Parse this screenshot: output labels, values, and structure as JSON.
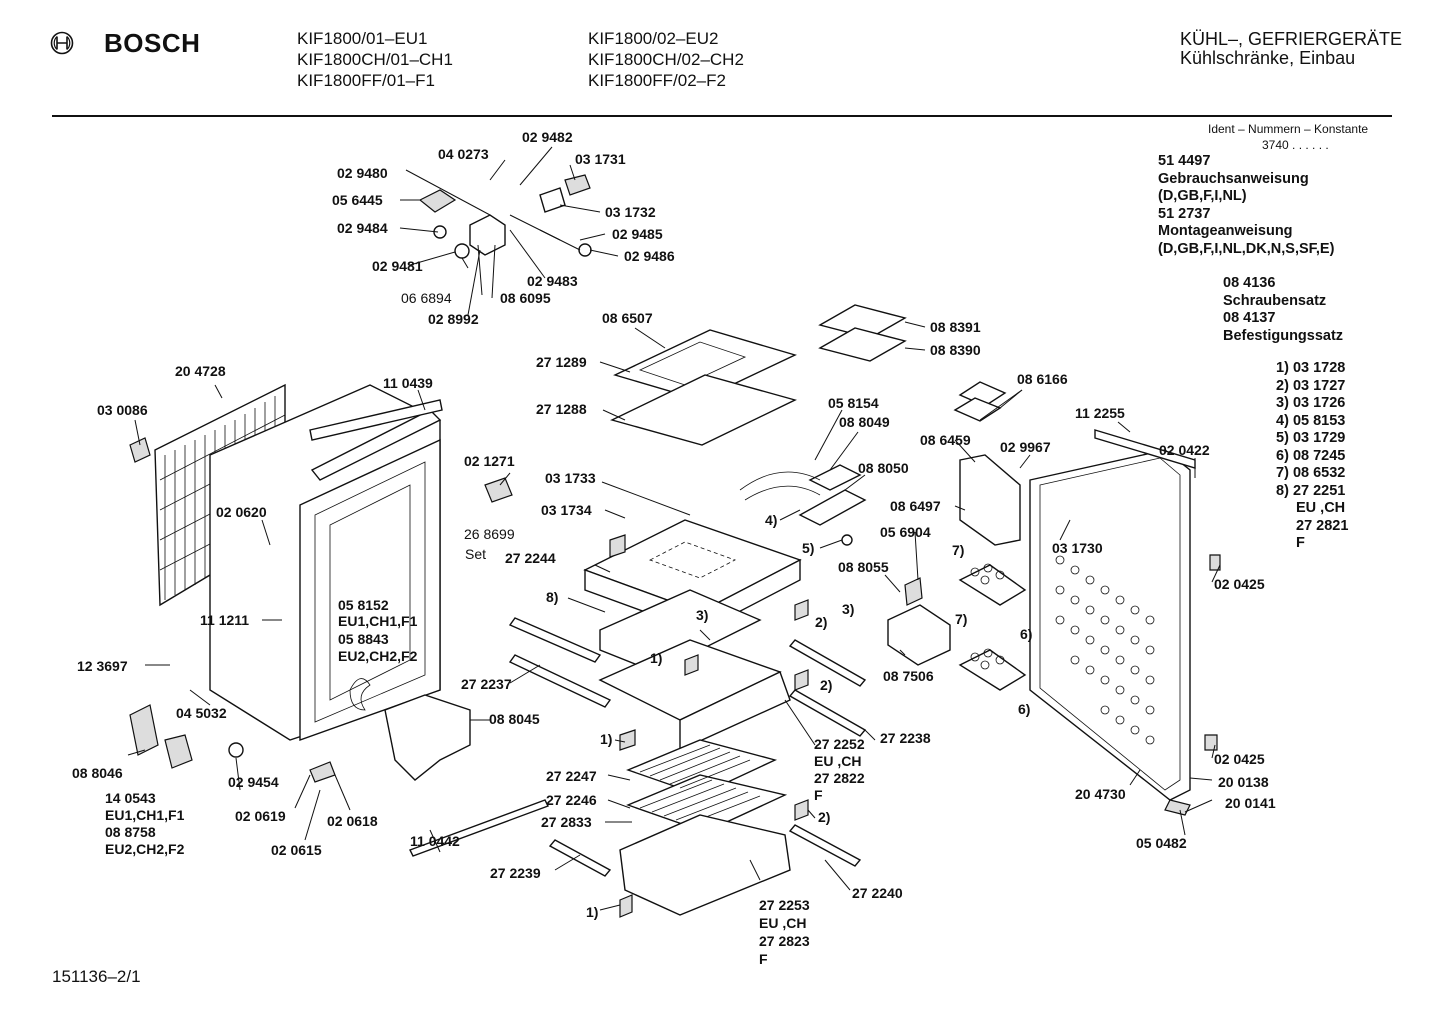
{
  "header": {
    "brand": "BOSCH",
    "models_col1": [
      "KIF1800/01–EU1",
      "KIF1800CH/01–CH1",
      "KIF1800FF/01–F1"
    ],
    "models_col2": [
      "KIF1800/02–EU2",
      "KIF1800CH/02–CH2",
      "KIF1800FF/02–F2"
    ],
    "category_line1": "KÜHL–, GEFRIERGERÄTE",
    "category_line2": "Kühlschränke, Einbau"
  },
  "ident": {
    "title": "Ident – Nummern – Konstante",
    "value": "3740 . . . . . ."
  },
  "documents": [
    "51 4497",
    "Gebrauchsanweisung",
    "(D,GB,F,I,NL)",
    "51 2737",
    "Montageanweisung",
    "(D,GB,F,I,NL,DK,N,S,SF,E)"
  ],
  "kits": [
    "08 4136",
    "Schraubensatz",
    "08 4137",
    "Befestigungssatz"
  ],
  "legend": [
    {
      "key": "1)",
      "value": "03 1728"
    },
    {
      "key": "2)",
      "value": "03 1727"
    },
    {
      "key": "3)",
      "value": "03 1726"
    },
    {
      "key": "4)",
      "value": "05 8153"
    },
    {
      "key": "5)",
      "value": "03 1729"
    },
    {
      "key": "6)",
      "value": "08 7245"
    },
    {
      "key": "7)",
      "value": "08 6532"
    },
    {
      "key": "8)",
      "value": "27 2251"
    },
    {
      "key": "",
      "value": "EU  ,CH"
    },
    {
      "key": "",
      "value": "27 2821"
    },
    {
      "key": "",
      "value": "F"
    }
  ],
  "footer": {
    "drawing_number": "151136–2/1"
  },
  "callouts": [
    "02 9482",
    "04 0273",
    "03 1731",
    "02 9480",
    "05 6445",
    "02 9484",
    "03 1732",
    "02 9485",
    "02 9481",
    "02 9486",
    "02 9483",
    "06 6894",
    "08 6095",
    "02 8992",
    "08 6507",
    "08 8391",
    "08 8390",
    "27 1289",
    "27 1288",
    "20 4728",
    "11 0439",
    "03 0086",
    "05 8154",
    "08 8049",
    "08 6166",
    "11 2255",
    "08 6459",
    "02 9967",
    "02 0422",
    "02 1271",
    "08 8050",
    "03 1733",
    "26 8699",
    "Set",
    "03 1734",
    "4)",
    "08 6497",
    "02 0620",
    "27 2244",
    "05 6904",
    "5)",
    "7)",
    "03 1730",
    "8)",
    "08 8055",
    "3)",
    "02 0425",
    "05 8152",
    "EU1,CH1,F1",
    "05 8843",
    "EU2,CH2,F2",
    "11 1211",
    "2)",
    "6)",
    "1)",
    "12 3697",
    "27 2237",
    "08 7506",
    "04 5032",
    "08 8045",
    "27 2238",
    "27 2252",
    "EU  ,CH",
    "27 2822",
    "F",
    "08 8046",
    "02 9454",
    "27 2247",
    "27 2246",
    "20 4730",
    "20 0138",
    "14 0543",
    "08 8758",
    "02 0619",
    "02 0618",
    "27 2833",
    "20 0141",
    "11 0442",
    "02 0615",
    "05 0482",
    "27 2239",
    "27 2240",
    "27 2253",
    "27 2823"
  ]
}
